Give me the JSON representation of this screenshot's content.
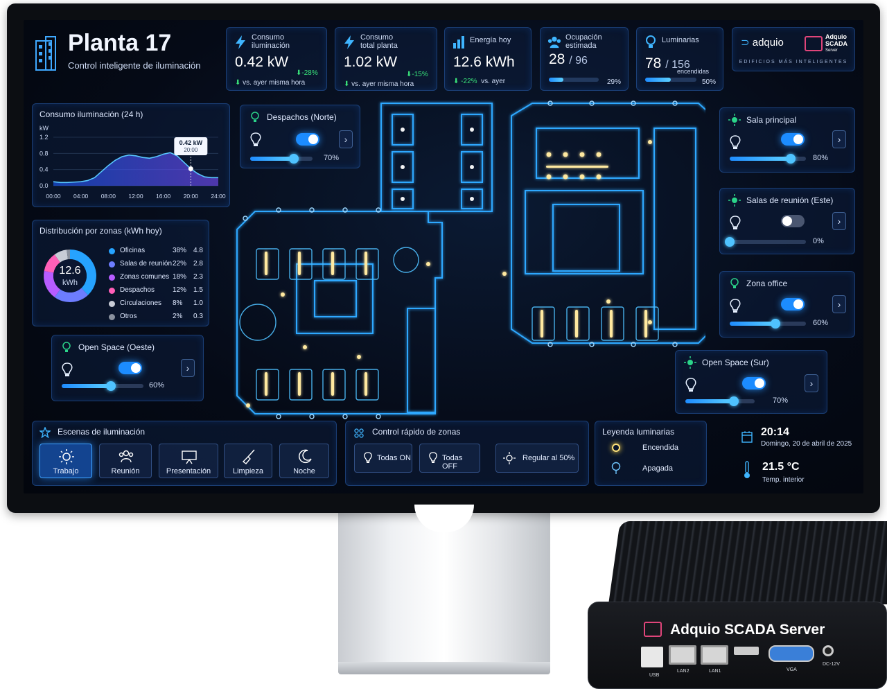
{
  "header": {
    "title": "Planta 17",
    "subtitle": "Control inteligente de iluminación"
  },
  "kpis": [
    {
      "label1": "Consumo",
      "label2": "iluminación",
      "value": "0.42 kW",
      "delta": "-28%",
      "note": "vs. ayer misma hora",
      "icon": "bolt-icon"
    },
    {
      "label1": "Consumo",
      "label2": "total planta",
      "value": "1.02 kW",
      "delta": "-15%",
      "note": "vs. ayer misma hora",
      "icon": "bolt-icon"
    },
    {
      "label1": "Energía hoy",
      "value": "12.6 kWh",
      "delta": "-22%",
      "note": "vs. ayer",
      "icon": "bar-chart-icon"
    },
    {
      "label1": "Ocupación",
      "label2": "estimada",
      "value_main": "28",
      "value_sub": "/ 96",
      "pct": "29%",
      "fill": 0.29,
      "icon": "people-icon"
    },
    {
      "label1": "Luminarias",
      "value_main": "78",
      "value_sub": "/ 156",
      "sub_note": "encendidas",
      "pct": "50%",
      "fill": 0.5,
      "icon": "bulb-icon"
    }
  ],
  "logo": {
    "name": "adquio",
    "product_line1": "Adquio",
    "product_line2": "SCADA",
    "product_line3": "Server",
    "tagline": "EDIFICIOS MÁS INTELIGENTES"
  },
  "consumption_chart": {
    "title": "Consumo iluminación (24 h)",
    "unit": "kW",
    "tooltip_value": "0.42 kW",
    "tooltip_time": "20:00"
  },
  "chart_data": {
    "type": "area",
    "title": "Consumo iluminación (24 h)",
    "ylabel": "kW",
    "ylim": [
      0,
      1.2
    ],
    "yticks": [
      "1.2",
      "0.8",
      "0.4",
      "0.0"
    ],
    "xticks": [
      "00:00",
      "04:00",
      "08:00",
      "12:00",
      "16:00",
      "20:00",
      "24:00"
    ],
    "x": [
      0,
      1,
      2,
      3,
      4,
      5,
      6,
      7,
      8,
      9,
      10,
      11,
      12,
      13,
      14,
      15,
      16,
      17,
      18,
      19,
      20,
      21,
      22,
      23,
      24
    ],
    "values": [
      0.1,
      0.08,
      0.08,
      0.09,
      0.1,
      0.13,
      0.2,
      0.35,
      0.5,
      0.63,
      0.72,
      0.76,
      0.74,
      0.7,
      0.68,
      0.72,
      0.78,
      0.82,
      0.74,
      0.58,
      0.42,
      0.3,
      0.22,
      0.2,
      0.2
    ],
    "highlight": {
      "x": 20,
      "y": 0.42
    }
  },
  "distribution": {
    "title": "Distribución por zonas (kWh hoy)",
    "center_value": "12.6",
    "center_unit": "kWh",
    "items": [
      {
        "name": "Oficinas",
        "pct": "38%",
        "kwh": "4.8",
        "color": "#26a3ff",
        "share": 38
      },
      {
        "name": "Salas de reunión",
        "pct": "22%",
        "kwh": "2.8",
        "color": "#6d7dff",
        "share": 22
      },
      {
        "name": "Zonas comunes",
        "pct": "18%",
        "kwh": "2.3",
        "color": "#b75cff",
        "share": 18
      },
      {
        "name": "Despachos",
        "pct": "12%",
        "kwh": "1.5",
        "color": "#ff5fb8",
        "share": 12
      },
      {
        "name": "Circulaciones",
        "pct": "8%",
        "kwh": "1.0",
        "color": "#c8ccd6",
        "share": 8
      },
      {
        "name": "Otros",
        "pct": "2%",
        "kwh": "0.3",
        "color": "#8a919e",
        "share": 2
      }
    ]
  },
  "zones": {
    "despachos": {
      "name": "Despachos (Norte)",
      "on": true,
      "pct": "70%",
      "level": 0.7
    },
    "open_oeste": {
      "name": "Open Space (Oeste)",
      "on": true,
      "pct": "60%",
      "level": 0.6
    },
    "sala_principal": {
      "name": "Sala principal",
      "on": true,
      "pct": "80%",
      "level": 0.8
    },
    "salas_reunion": {
      "name": "Salas de reunión (Este)",
      "on": false,
      "pct": "0%",
      "level": 0.0
    },
    "zona_office": {
      "name": "Zona office",
      "on": true,
      "pct": "60%",
      "level": 0.6
    },
    "open_sur": {
      "name": "Open Space (Sur)",
      "on": true,
      "pct": "70%",
      "level": 0.7
    }
  },
  "scenes": {
    "title": "Escenas de iluminación",
    "items": [
      "Trabajo",
      "Reunión",
      "Presentación",
      "Limpieza",
      "Noche"
    ]
  },
  "quick": {
    "title": "Control rápido de zonas",
    "all_on": "Todas ON",
    "all_off": "Todas OFF",
    "dim": "Regular al 50%"
  },
  "legend": {
    "title": "Leyenda luminarias",
    "on": "Encendida",
    "off": "Apagada"
  },
  "status": {
    "time": "20:14",
    "date": "Domingo, 20 de abril de 2025",
    "temp": "21.5 °C",
    "temp_label": "Temp. interior"
  },
  "device": {
    "label": "Adquio SCADA Server",
    "ports": [
      "USB",
      "LAN2",
      "LAN1",
      "VGA",
      "DC-12V"
    ]
  }
}
